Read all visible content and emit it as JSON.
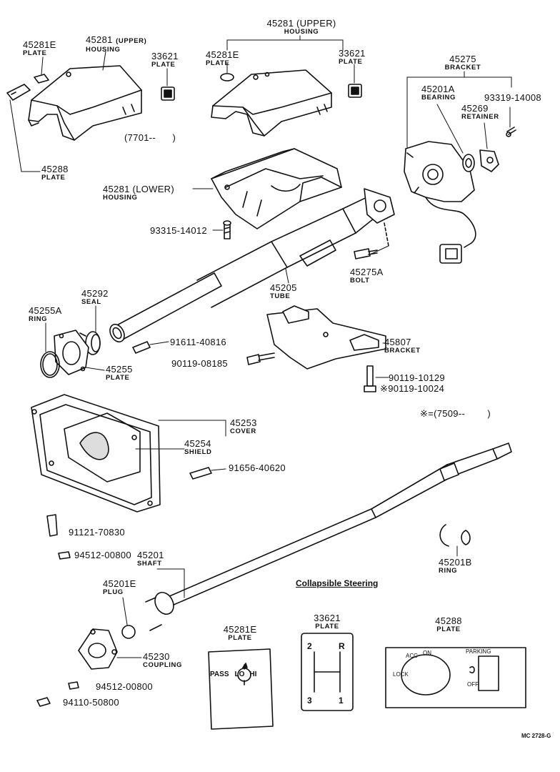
{
  "labels": {
    "p45281E_a": {
      "pn": "45281E",
      "name": "PLATE"
    },
    "p45281_a": {
      "pn": "45281",
      "suffix": "(UPPER)",
      "name": "HOUSING"
    },
    "p33621_a": {
      "pn": "33621",
      "name": "PLATE"
    },
    "p7701": "(7701--",
    "p45288_a": {
      "pn": "45288",
      "name": "PLATE"
    },
    "p45281_b": {
      "pn": "45281 (UPPER)",
      "name": "HOUSING"
    },
    "p45281E_b": {
      "pn": "45281E",
      "name": "PLATE"
    },
    "p33621_b": {
      "pn": "33621",
      "name": "PLATE"
    },
    "p45275": {
      "pn": "45275",
      "name": "BRACKET"
    },
    "p45201A": {
      "pn": "45201A",
      "name": "BEARING"
    },
    "p93319": {
      "pn": "93319-14008"
    },
    "p45269": {
      "pn": "45269",
      "name": "RETAINER"
    },
    "p45281L": {
      "pn": "45281 (LOWER)",
      "name": "HOUSING"
    },
    "p93315": {
      "pn": "93315-14012"
    },
    "p45275A": {
      "pn": "45275A",
      "name": "BOLT"
    },
    "p45205": {
      "pn": "45205",
      "name": "TUBE"
    },
    "p45292": {
      "pn": "45292",
      "name": "SEAL"
    },
    "p45255A": {
      "pn": "45255A",
      "name": "RING"
    },
    "p91611": {
      "pn": "91611-40816"
    },
    "p45255": {
      "pn": "45255",
      "name": "PLATE"
    },
    "p45807": {
      "pn": "45807",
      "name": "BRACKET"
    },
    "p90119_08185": {
      "pn": "90119-08185"
    },
    "p90119_10129": {
      "pn": "90119-10129"
    },
    "p90119_10024": {
      "pn": "※90119-10024"
    },
    "p7509": "※=(7509--",
    "p45253": {
      "pn": "45253",
      "name": "COVER"
    },
    "p45254": {
      "pn": "45254",
      "name": "SHIELD"
    },
    "p91656": {
      "pn": "91656-40620"
    },
    "p91121": {
      "pn": "91121-70830"
    },
    "p94512_a": {
      "pn": "94512-00800"
    },
    "p45201": {
      "pn": "45201",
      "name": "SHAFT"
    },
    "p45201E": {
      "pn": "45201E",
      "name": "PLUG"
    },
    "p45201B": {
      "pn": "45201B",
      "name": "RING"
    },
    "p45230": {
      "pn": "45230",
      "name": "COUPLING"
    },
    "p94512_b": {
      "pn": "94512-00800"
    },
    "p94110": {
      "pn": "94110-50800"
    },
    "collapsible": "Collapsible Steering",
    "detail_45281E": {
      "pn": "45281E",
      "name": "PLATE"
    },
    "detail_33621": {
      "pn": "33621",
      "name": "PLATE"
    },
    "detail_45288": {
      "pn": "45288",
      "name": "PLATE"
    },
    "ref": "MC 2728-G"
  },
  "plate_45281E": {
    "left": "PASS",
    "center": "LO",
    "right": "HI"
  },
  "plate_33621": {
    "tl": "2",
    "tr": "R",
    "bl": "3",
    "br": "1"
  },
  "plate_45288": {
    "lock": "LOCK",
    "acc": "ACC",
    "on": "ON",
    "parking": "PARKING",
    "off": "OFF"
  }
}
